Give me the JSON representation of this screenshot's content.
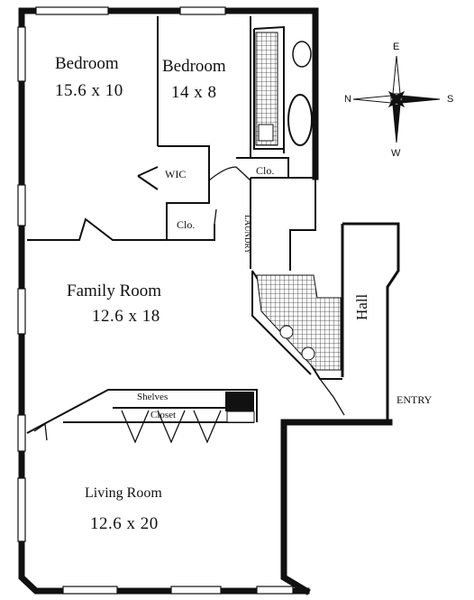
{
  "rooms": {
    "bedroom1": {
      "name": "Bedroom",
      "dims": "15.6 x 10"
    },
    "bedroom2": {
      "name": "Bedroom",
      "dims": "14 x 8"
    },
    "family": {
      "name": "Family Room",
      "dims": "12.6 x 18"
    },
    "living": {
      "name": "Living Room",
      "dims": "12.6 x 20"
    }
  },
  "labels": {
    "wic": "WIC",
    "clo_upper": "Clo.",
    "clo_lower": "Clo.",
    "laundry": "Laundry",
    "hall": "Hall",
    "entry": "Entry",
    "shelves": "Shelves",
    "closet": "Closet"
  },
  "compass": {
    "n": "N",
    "e": "E",
    "s": "S",
    "w": "W"
  }
}
